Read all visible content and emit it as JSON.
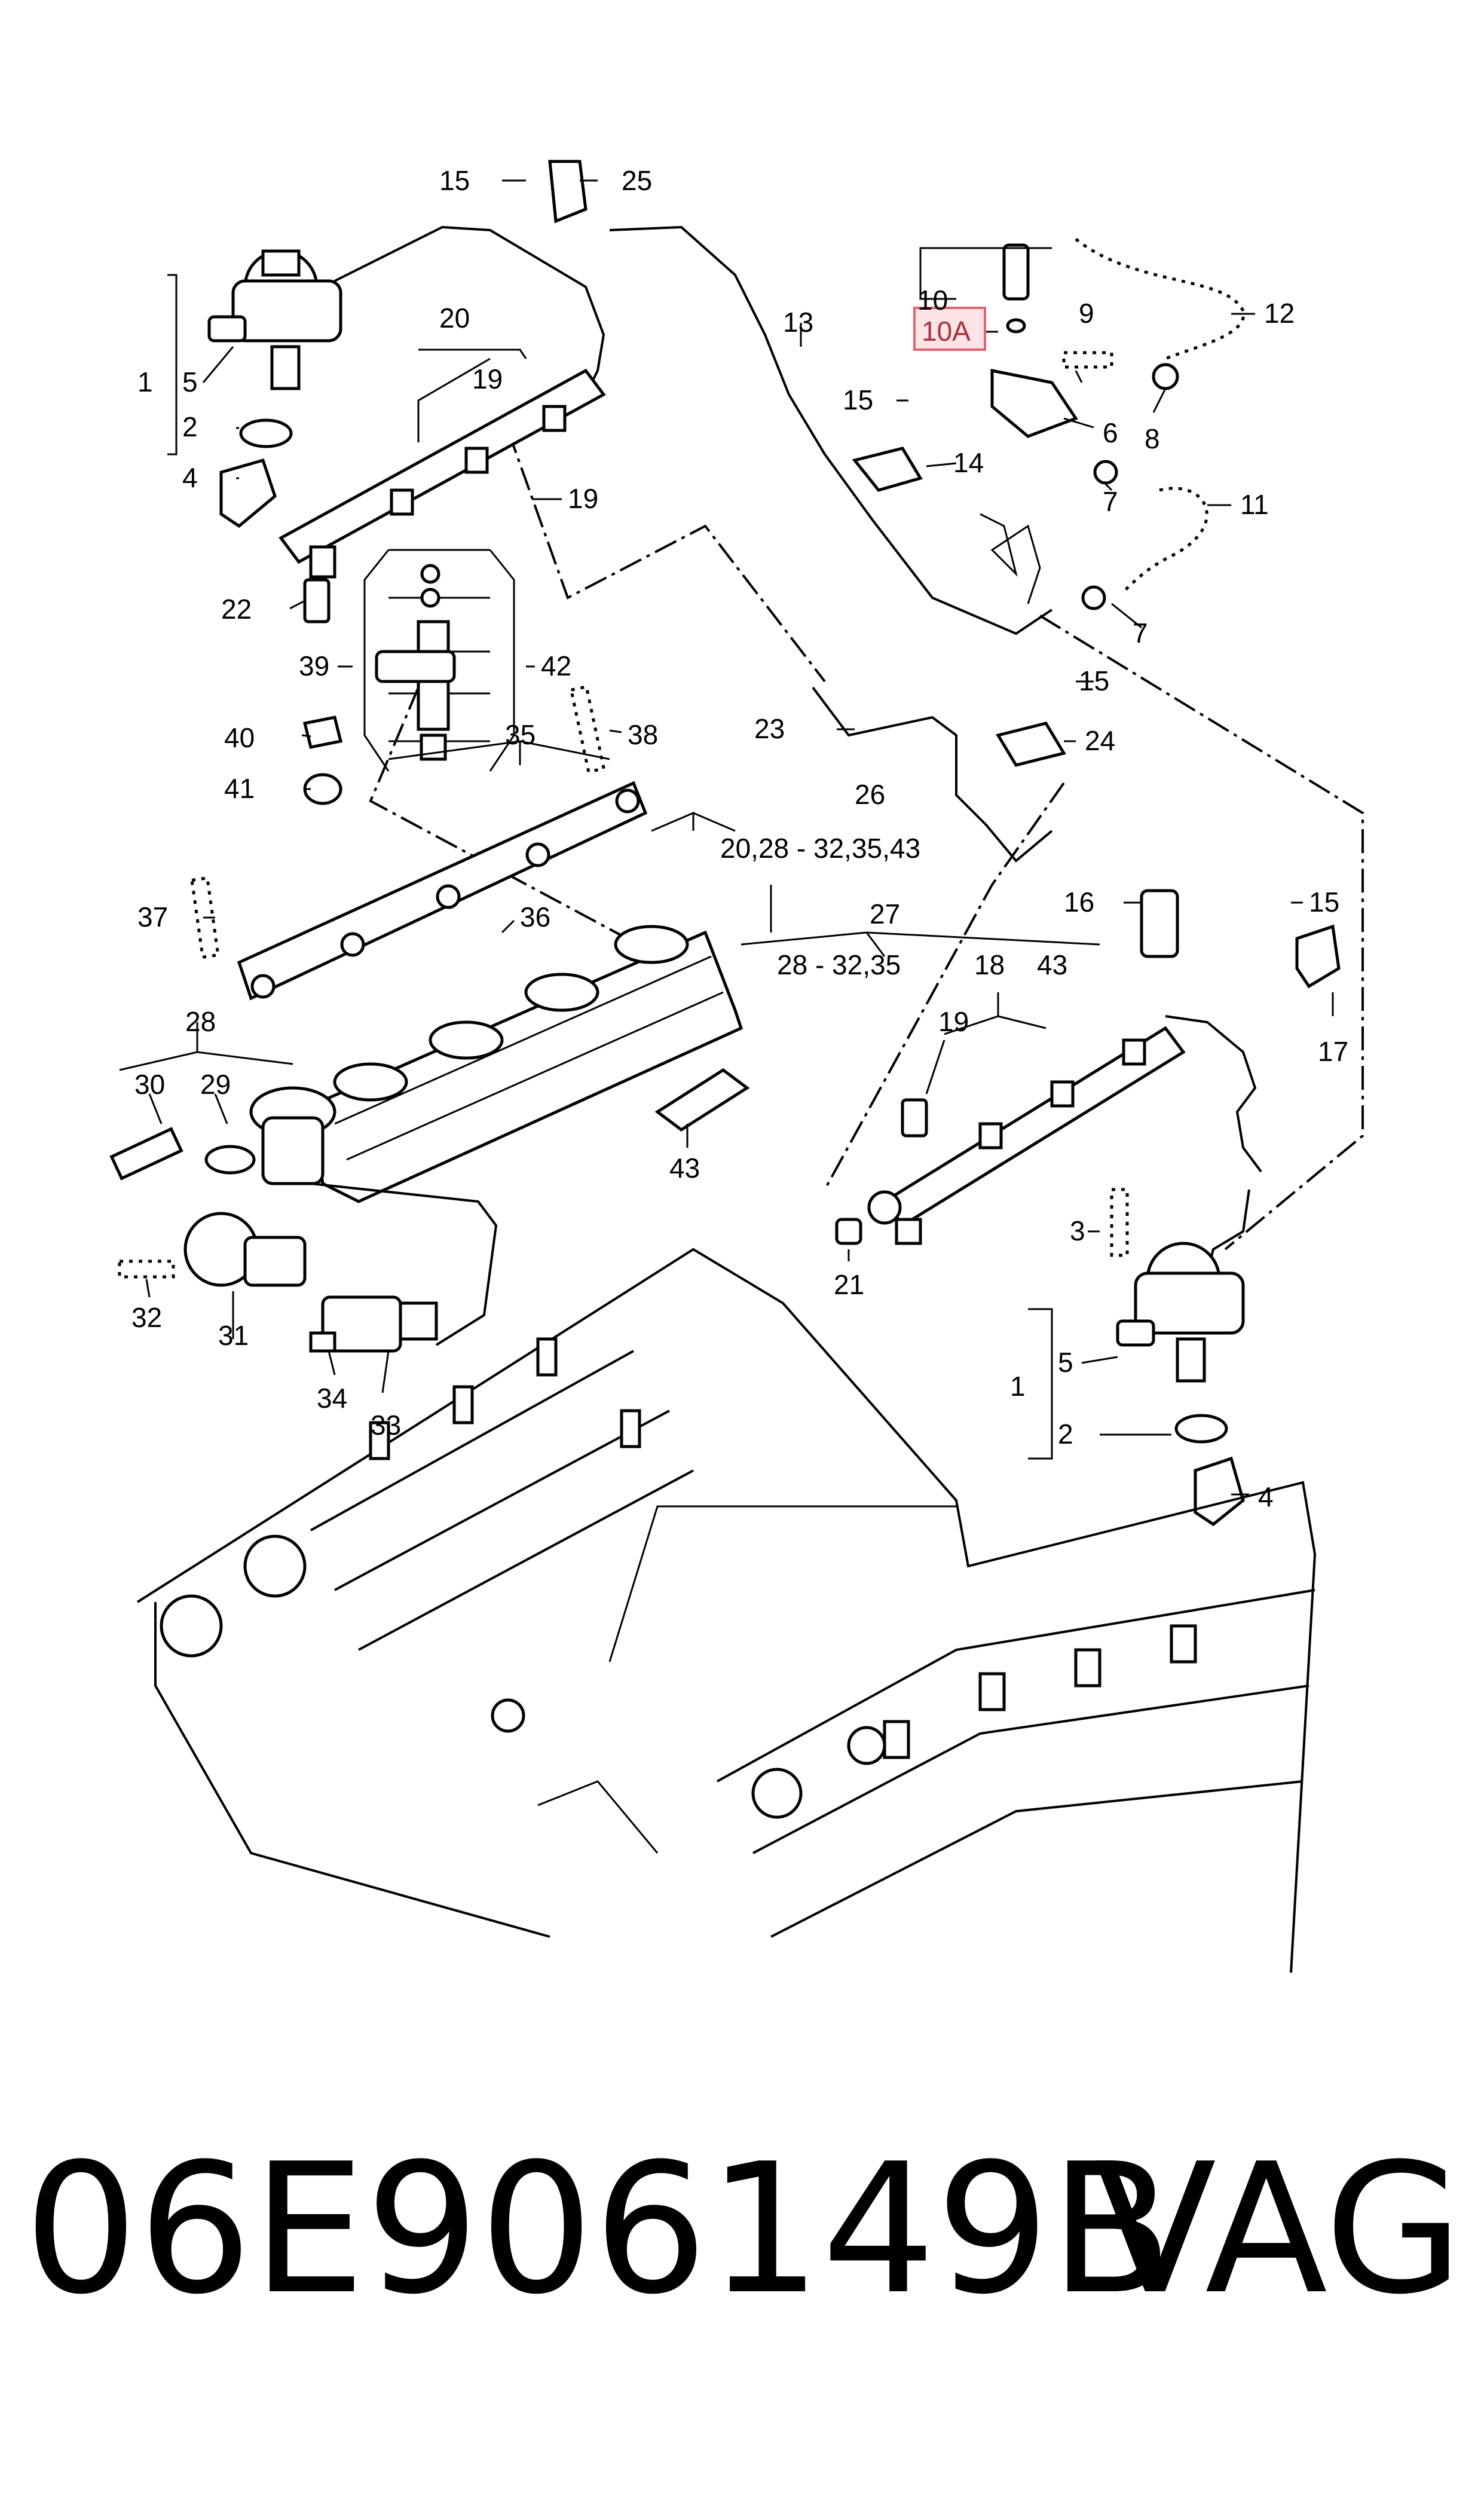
{
  "callouts": {
    "c15a": "15",
    "c25": "25",
    "c20": "20",
    "c19a": "19",
    "c13": "13",
    "c10": "10",
    "c10A": "10A",
    "c9": "9",
    "c12": "12",
    "c15b": "15",
    "c14": "14",
    "c6": "6",
    "c8": "8",
    "c7a": "7",
    "c11": "11",
    "c7b": "7",
    "c1a": "1",
    "c5a": "5",
    "c2a": "2",
    "c4a": "4",
    "c19b": "19",
    "c22": "22",
    "c39": "39",
    "c42": "42",
    "c40": "40",
    "c41": "41",
    "c38": "38",
    "c35": "35",
    "c23": "23",
    "c15c": "15",
    "c24": "24",
    "c26": "26",
    "c26sub": "20,28 - 32,35,43",
    "c37": "37",
    "c36": "36",
    "c16": "16",
    "c15d": "15",
    "c27": "27",
    "c27sub": "28 - 32,35",
    "c18": "18",
    "c43a": "43",
    "c17": "17",
    "c28": "28",
    "c30": "30",
    "c29": "29",
    "c19c": "19",
    "c43b": "43",
    "c3": "3",
    "c21": "21",
    "c32": "32",
    "c31": "31",
    "c1b": "1",
    "c5b": "5",
    "c2b": "2",
    "c4b": "4",
    "c34": "34",
    "c33": "33"
  },
  "footer": {
    "part_number": "06E906149B",
    "brand": "VAG"
  },
  "colors": {
    "highlight_fill": "#fbe3e6",
    "highlight_border": "#e0656f",
    "highlight_text": "#a9313b"
  }
}
